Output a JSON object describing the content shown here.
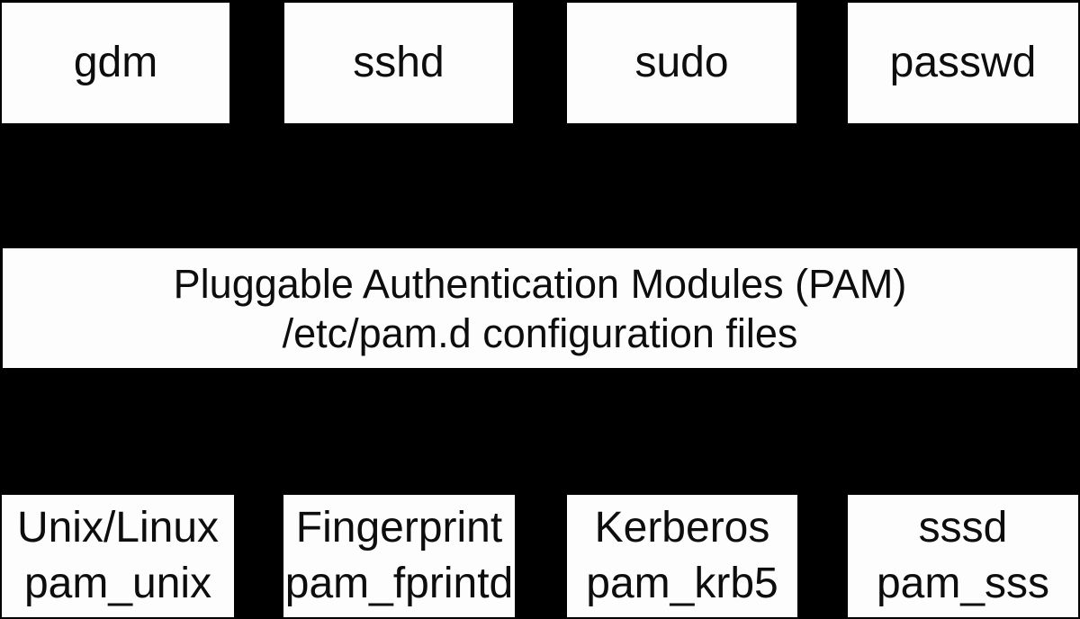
{
  "colors": {
    "background": "#000000",
    "box_fill": "#fdfdfd",
    "text": "#0d0d0d"
  },
  "top_row": [
    {
      "label": "gdm"
    },
    {
      "label": "sshd"
    },
    {
      "label": "sudo"
    },
    {
      "label": "passwd"
    }
  ],
  "center_box": {
    "line1": "Pluggable Authentication Modules (PAM)",
    "line2": "/etc/pam.d configuration files"
  },
  "bottom_row": [
    {
      "line1": "Unix/Linux",
      "line2": "pam_unix"
    },
    {
      "line1": "Fingerprint",
      "line2": "pam_fprintd"
    },
    {
      "line1": "Kerberos",
      "line2": "pam_krb5"
    },
    {
      "line1": "sssd",
      "line2": "pam_sss"
    }
  ]
}
